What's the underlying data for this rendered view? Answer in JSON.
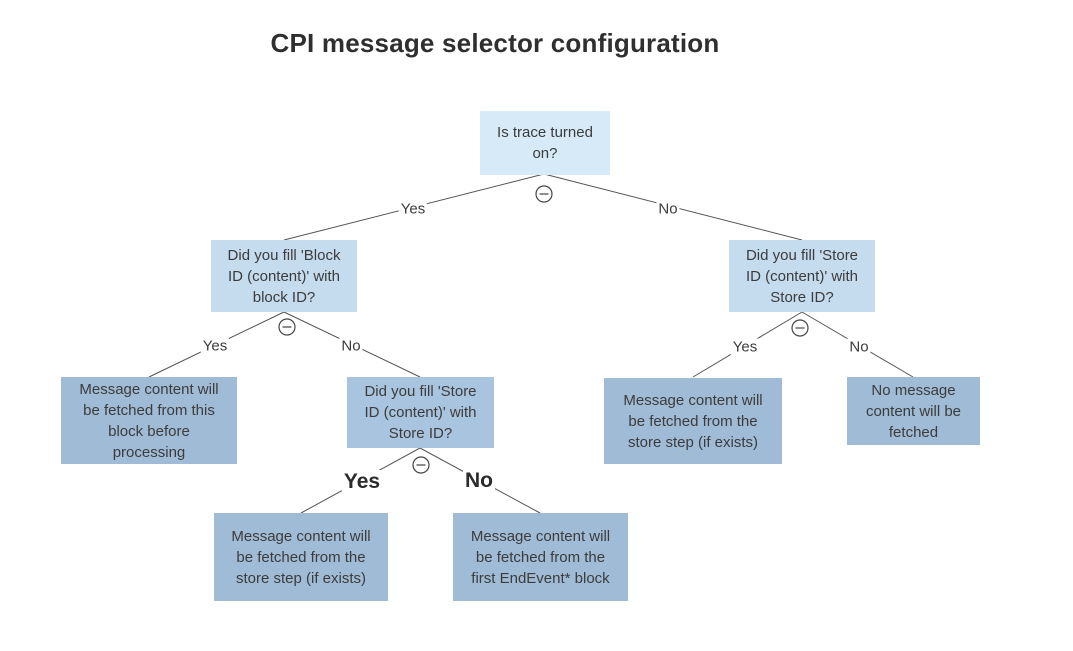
{
  "title": "CPI message selector configuration",
  "colors": {
    "root_fill": "#d6eaf8",
    "level1_fill": "#c5dbee",
    "level2_fill": "#a9c4de",
    "leaf_fill": "#9fbbd6",
    "text": "#3c3c3c",
    "edge_line": "#555555"
  },
  "nodes": {
    "root": {
      "label": "Is trace turned\non?"
    },
    "q_block": {
      "label": "Did you fill 'Block\nID (content)' with\nblock ID?"
    },
    "q_store_mid": {
      "label": "Did you fill 'Store\nID (content)' with\nStore ID?"
    },
    "q_store_right": {
      "label": "Did you fill 'Store\nID (content)' with\nStore ID?"
    },
    "leaf_block_fetch": {
      "label": "Message content will\nbe fetched from this\nblock before\nprocessing"
    },
    "leaf_store_step_bottom": {
      "label": "Message content will\nbe fetched from the\nstore step (if exists)"
    },
    "leaf_end_event": {
      "label": "Message content will\nbe fetched from the\nfirst EndEvent* block"
    },
    "leaf_store_step_right": {
      "label": "Message content will\nbe fetched from the\nstore step (if exists)"
    },
    "leaf_no_content": {
      "label": "No message\ncontent will be\nfetched"
    }
  },
  "edge_labels": {
    "root_yes": "Yes",
    "root_no": "No",
    "block_yes": "Yes",
    "block_no": "No",
    "store_mid_yes": "Yes",
    "store_mid_no": "No",
    "store_right_yes": "Yes",
    "store_right_no": "No"
  },
  "icons": {
    "collapse": "minus-circle"
  }
}
